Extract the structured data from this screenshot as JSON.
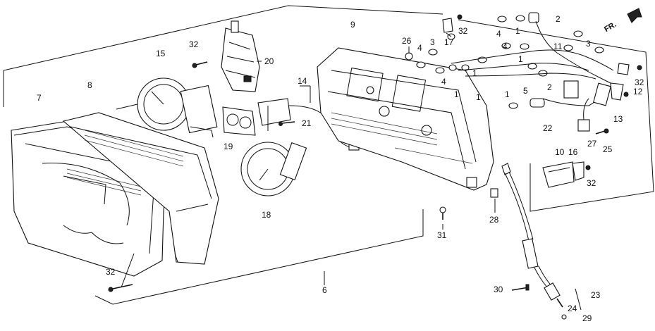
{
  "diagram": {
    "orientation_mark": "FR.",
    "callouts": [
      "1",
      "1",
      "1",
      "1",
      "1",
      "1",
      "2",
      "2",
      "3",
      "3",
      "4",
      "4",
      "4",
      "4",
      "5",
      "6",
      "7",
      "8",
      "9",
      "10",
      "11",
      "12",
      "13",
      "14",
      "15",
      "16",
      "17",
      "18",
      "19",
      "20",
      "21",
      "22",
      "23",
      "24",
      "25",
      "26",
      "27",
      "28",
      "29",
      "30",
      "31",
      "32",
      "32",
      "32",
      "32",
      "32"
    ]
  }
}
